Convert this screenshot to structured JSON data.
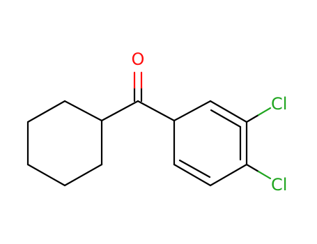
{
  "molecule": {
    "atoms": {
      "oxygen": "O",
      "chlorine_top": "Cl",
      "chlorine_bottom": "Cl"
    },
    "colors": {
      "bond": "#000000",
      "oxygen": "#ff0d0d",
      "chlorine": "#1fa51f",
      "background": "#ffffff"
    }
  }
}
